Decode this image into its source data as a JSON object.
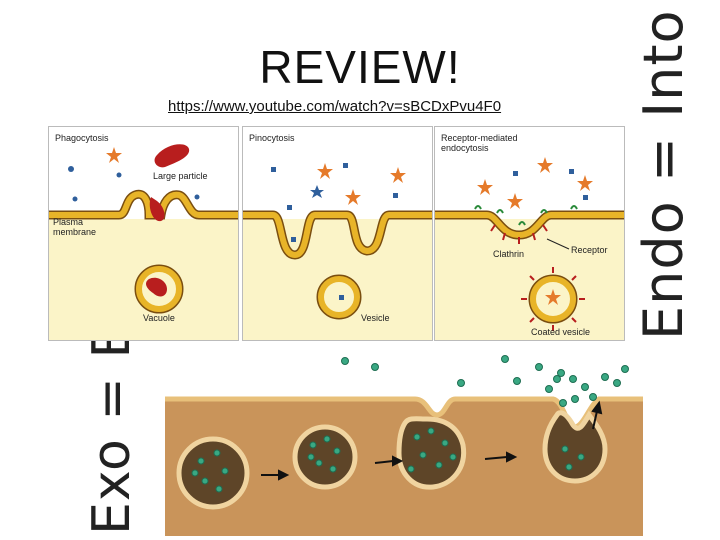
{
  "slide": {
    "title": "REVIEW!",
    "url": "https://www.youtube.com/watch?v=sBCDxPvu4F0",
    "endo_label": "Endo = Into",
    "exo_label": "Exo = Exit"
  },
  "panels": {
    "phagocytosis": {
      "title": "Phagocytosis",
      "large_particle": "Large particle",
      "plasma": "Plasma",
      "membrane": "membrane",
      "vacuole": "Vacuole"
    },
    "pinocytosis": {
      "title": "Pinocytosis",
      "vesicle": "Vesicle"
    },
    "receptor": {
      "title_line1": "Receptor-mediated",
      "title_line2": "endocytosis",
      "receptor": "Receptor",
      "clathrin": "Clathrin",
      "coated_vesicle": "Coated vesicle"
    }
  },
  "colors": {
    "membrane": "#e8b428",
    "membrane_edge": "#7a4e10",
    "cytoplasm": "#fbf4c8",
    "particle": "#b81e1e",
    "star": "#e57a2a",
    "dot": "#2f5f9c",
    "exo_bg": "#c9945a",
    "exo_dot": "#3aa883"
  }
}
